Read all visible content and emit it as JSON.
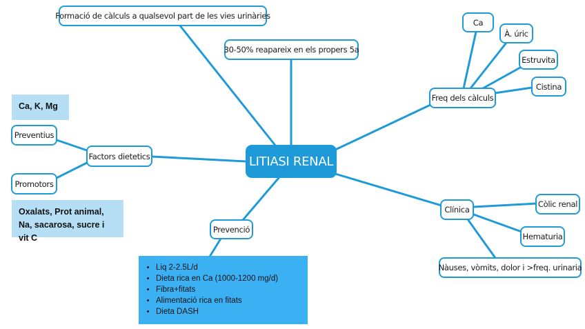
{
  "diagram": {
    "title": "LITIASI RENAL",
    "colors": {
      "accent": "#1f9ad9",
      "root_fill": "#1e9ad9",
      "note_fill": "#b6def5",
      "prevention_fill": "#3bb1f3"
    },
    "nodes": {
      "root": "LITIASI RENAL",
      "formacio": "Formació de càlculs a qualsevol part de les vies urinàries",
      "reapareix": "30-50% reapareix en els propers 5a",
      "freq": "Freq dels càlculs",
      "ca": "Ca",
      "uric": "À. úric",
      "estruvita": "Estruvita",
      "cistina": "Cistina",
      "factors": "Factors dietetics",
      "preventius": "Preventius",
      "promotors": "Promotors",
      "clinica": "Clínica",
      "colic": "Còlic renal",
      "hematuria": "Hematuria",
      "nauses": "Nàuses, vòmits, dolor i >freq. urinaria",
      "prevencio": "Prevenció"
    },
    "notes": {
      "preventius_detail": "Ca, K, Mg",
      "promotors_detail": "Oxalats, Prot animal, Na, sacarosa, sucre i vit C"
    },
    "prevention_items": [
      "Liq 2-2.5L/d",
      "Dieta rica en Ca (1000-1200 mg/d)",
      "Fibra+fitats",
      "Alimentació rica en fitats",
      "Dieta DASH"
    ]
  }
}
